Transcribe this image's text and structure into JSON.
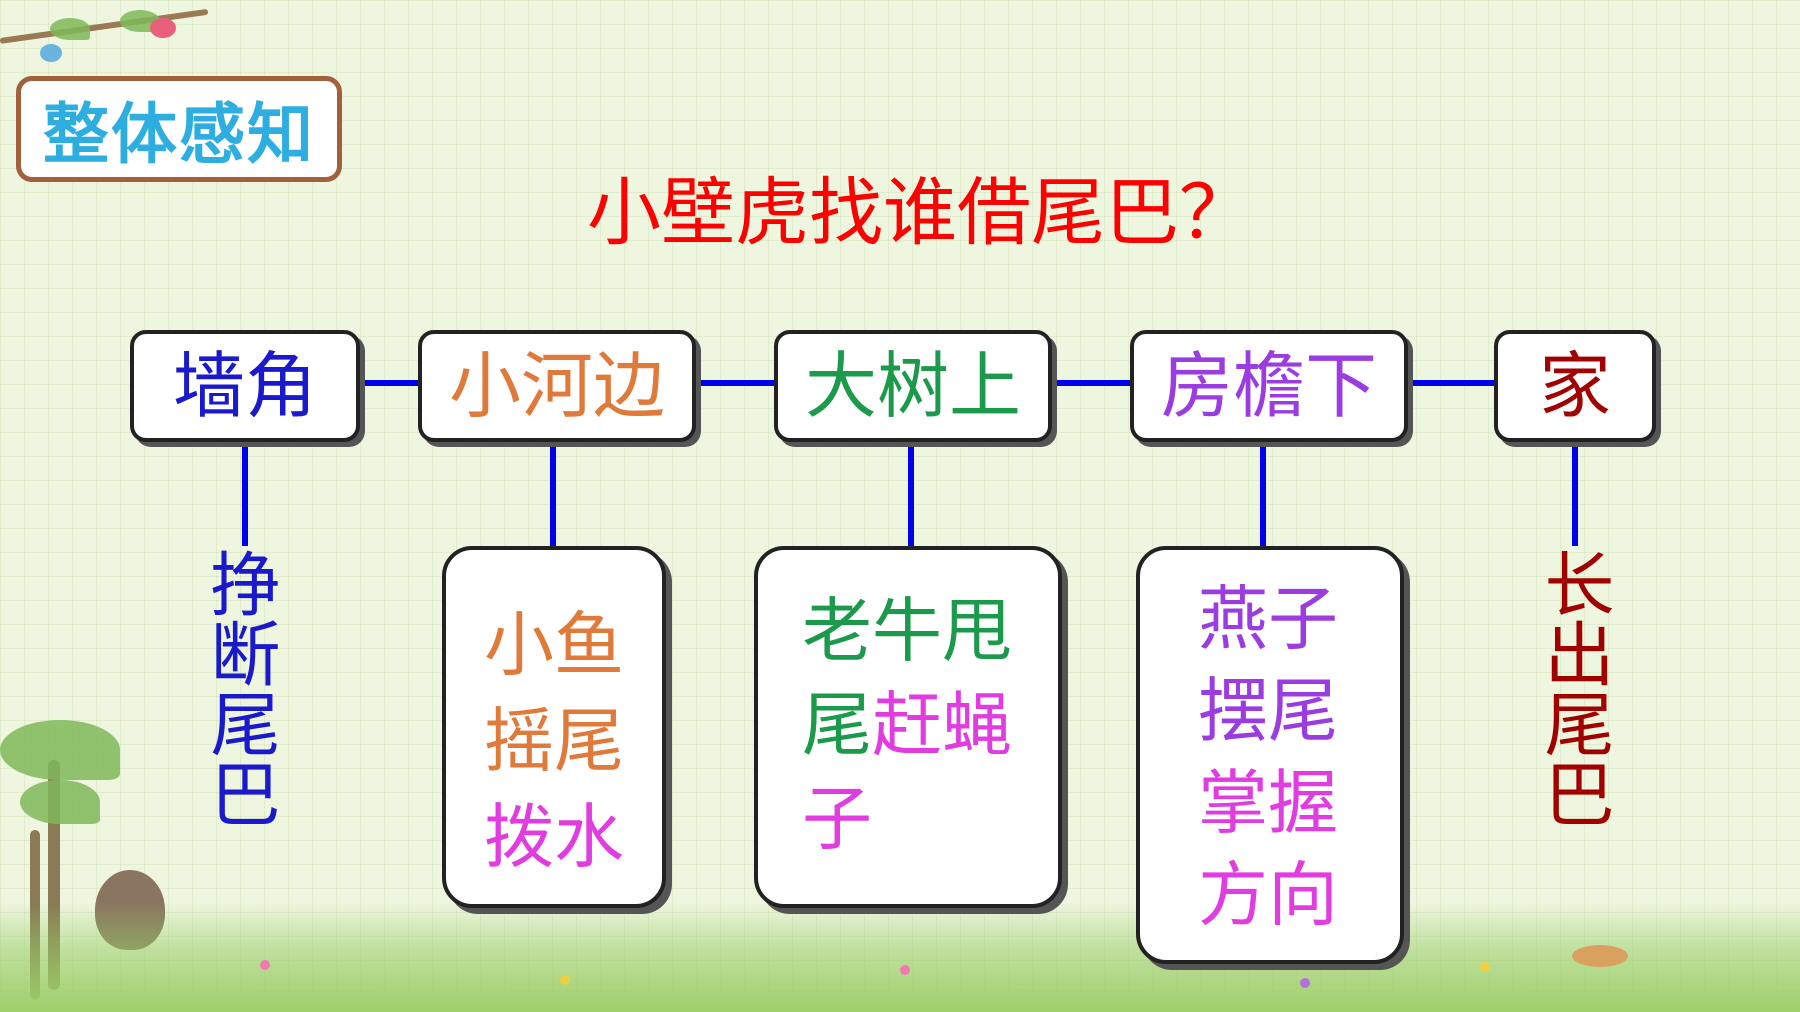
{
  "badge": {
    "label": "整体感知",
    "color": "#2eaee0"
  },
  "title": "小壁虎找谁借尾巴？",
  "locations": [
    {
      "id": "corner",
      "label": "墙角",
      "color": "#1a1acc"
    },
    {
      "id": "river",
      "label": "小河边",
      "color": "#e07a3a"
    },
    {
      "id": "tree",
      "label": "大树上",
      "color": "#1a9a4a"
    },
    {
      "id": "eaves",
      "label": "房檐下",
      "color": "#9b3ce0"
    },
    {
      "id": "home",
      "label": "家",
      "color": "#a00000"
    }
  ],
  "details": {
    "corner": {
      "text": "挣断尾巴",
      "color": "#1a1acc"
    },
    "river": {
      "lines": [
        {
          "text": "小鱼",
          "color": "#e07a3a"
        },
        {
          "text": "摇尾",
          "color": "#e07a3a"
        },
        {
          "text": "拨水",
          "color": "#e03ce0"
        }
      ]
    },
    "tree": {
      "lines": [
        {
          "parts": [
            {
              "text": "老牛甩",
              "color": "#1a9a4a"
            }
          ]
        },
        {
          "parts": [
            {
              "text": "尾",
              "color": "#1a9a4a"
            },
            {
              "text": "赶蝇",
              "color": "#e03ce0"
            }
          ]
        },
        {
          "parts": [
            {
              "text": "子",
              "color": "#e03ce0"
            }
          ]
        }
      ]
    },
    "eaves": {
      "lines": [
        {
          "text": "燕子",
          "color": "#9b3ce0"
        },
        {
          "text": "摆尾",
          "color": "#9b3ce0"
        },
        {
          "text": "掌握",
          "color": "#e03ce0"
        },
        {
          "text": "方向",
          "color": "#e03ce0"
        }
      ]
    },
    "home": {
      "text": "长出尾巴",
      "color": "#a00000"
    }
  },
  "connector_color": "#0000ee"
}
